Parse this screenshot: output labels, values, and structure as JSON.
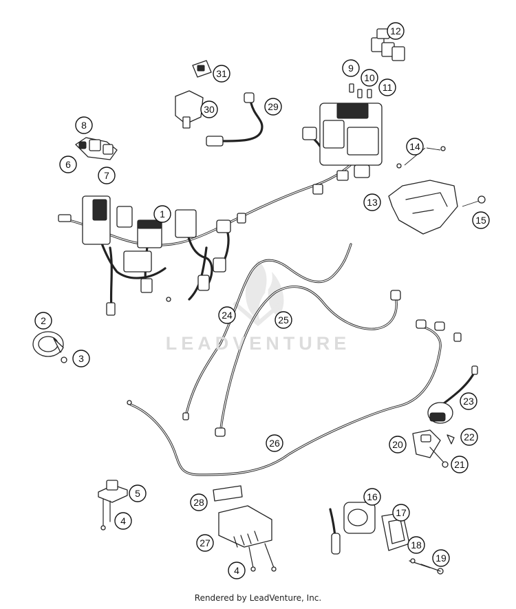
{
  "watermark": "LEADVENTURE",
  "footer": "Rendered by LeadVenture, Inc.",
  "callouts": [
    "1",
    "2",
    "3",
    "4",
    "5",
    "6",
    "7",
    "8",
    "9",
    "10",
    "11",
    "12",
    "13",
    "14",
    "15",
    "16",
    "17",
    "18",
    "19",
    "20",
    "21",
    "22",
    "23",
    "24",
    "25",
    "26",
    "27",
    "28",
    "29",
    "30",
    "31",
    "4"
  ]
}
